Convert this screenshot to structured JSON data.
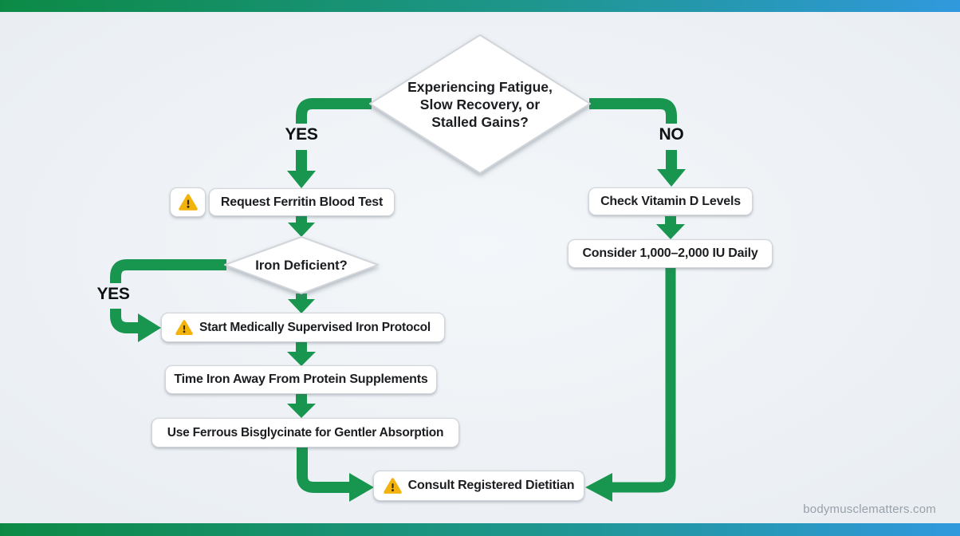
{
  "colors": {
    "accent_green": "#18954f",
    "bar_gradient_start": "#0c8a45",
    "bar_gradient_mid": "#1e968d",
    "bar_gradient_end": "#3099dd",
    "warning_yellow": "#f3b30d",
    "warning_ink": "#3a2d05",
    "box_border": "#d2d6db",
    "ink": "#1b1d20",
    "watermark_color": "#98a0aa"
  },
  "flowchart": {
    "root_decision": {
      "lines": [
        "Experiencing Fatigue,",
        "Slow Recovery, or",
        "Stalled Gains?"
      ]
    },
    "labels": {
      "yes_top": "YES",
      "no_top": "NO",
      "yes_iron": "YES"
    },
    "nodes": {
      "warning_chip": {
        "icon": "warning-triangle"
      },
      "request_test": {
        "label": "Request Ferritin Blood Test"
      },
      "iron_decision": {
        "label": "Iron Deficient?"
      },
      "start_protocol": {
        "label": "Start Medically Supervised Iron Protocol",
        "icon": "warning-triangle"
      },
      "time_iron": {
        "label": "Time Iron Away From Protein Supplements"
      },
      "ferrous": {
        "label": "Use Ferrous Bisglycinate for Gentler Absorption"
      },
      "consult": {
        "label": "Consult Registered Dietitian",
        "icon": "warning-triangle"
      },
      "check_vitd": {
        "label": "Check Vitamin D Levels"
      },
      "consider_iu": {
        "label": "Consider 1,000–2,000 IU Daily"
      }
    }
  },
  "footer": {
    "watermark": "bodymusclematters.com"
  }
}
